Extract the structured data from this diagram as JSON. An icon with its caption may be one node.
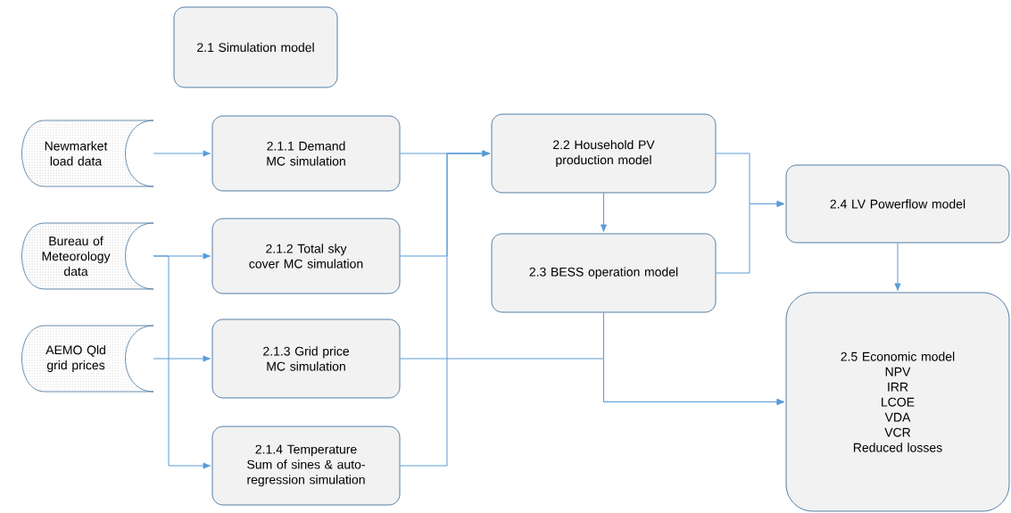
{
  "diagram": {
    "nodes": [
      {
        "text": [
          "2.1 Simulation model"
        ]
      },
      {
        "text": [
          "Newmarket load data"
        ]
      },
      {
        "text": [
          "Bureau of Meteorology data"
        ]
      },
      {
        "text": [
          "AEMO Qld grid prices"
        ]
      },
      {
        "text": [
          "2.1.1 Demand MC simulation"
        ]
      },
      {
        "text": [
          "2.1.2 Total sky cover MC simulation"
        ]
      },
      {
        "text": [
          "2.1.3 Grid price MC simulation"
        ]
      },
      {
        "text": [
          "2.1.4 Temperature Sum of sines & auto-regression simulation"
        ]
      },
      {
        "text": [
          "2.2 Household PV production model"
        ]
      },
      {
        "text": [
          "2.3 BESS operation model"
        ]
      },
      {
        "text": [
          "2.4 LV Powerflow model"
        ]
      },
      {
        "text": [
          "2.5 Economic model",
          "NPV",
          "IRR",
          "LCOE",
          "VDA",
          "VCR",
          "Reduced losses"
        ]
      }
    ],
    "edges": [
      {
        "from": 1,
        "to": 4,
        "arrow": "to"
      },
      {
        "from": 2,
        "to": 5,
        "arrow": "to"
      },
      {
        "from": 2,
        "to": 7,
        "arrow": "to"
      },
      {
        "from": 3,
        "to": 6,
        "arrow": "to"
      },
      {
        "from": 4,
        "to": 8,
        "arrow": "to"
      },
      {
        "from": 5,
        "to": 8,
        "arrow": "to"
      },
      {
        "from": 7,
        "to": 8,
        "arrow": "to"
      },
      {
        "from": 8,
        "to": 9,
        "arrow": "to"
      },
      {
        "from": 8,
        "to": 10,
        "arrow": "to"
      },
      {
        "from": 9,
        "to": 10,
        "arrow": "to"
      },
      {
        "from": 10,
        "to": 11,
        "arrow": "to"
      },
      {
        "from": 9,
        "to": 11,
        "arrow": "to"
      },
      {
        "from": 6,
        "to": 11,
        "arrow": "to"
      }
    ]
  }
}
